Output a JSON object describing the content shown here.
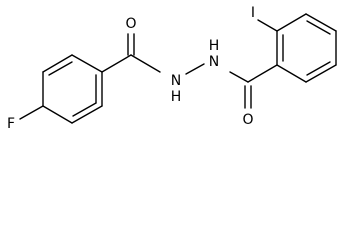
{
  "atoms": {
    "fluorine": "F",
    "oxygen_left": "O",
    "oxygen_right": "O",
    "nitrogen_left": "N",
    "hydrogen_left": "H",
    "nitrogen_right": "N",
    "hydrogen_right": "H",
    "iodine": "I"
  }
}
